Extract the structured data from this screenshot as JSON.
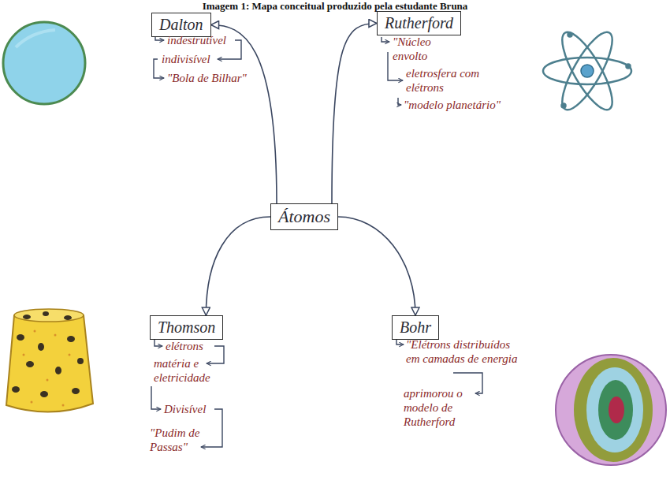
{
  "diagram": {
    "title": "Imagem 1: Mapa conceitual produzido pela estudante Bruna",
    "nodes": [
      {
        "text": [
          "Dalton"
        ]
      },
      {
        "text": [
          "Rutherford"
        ]
      },
      {
        "text": [
          "Átomos"
        ]
      },
      {
        "text": [
          "Thomson"
        ]
      },
      {
        "text": [
          "Bohr"
        ]
      }
    ],
    "edges": [
      {
        "from": 2,
        "to": 0,
        "arrow": "to"
      },
      {
        "from": 2,
        "to": 1,
        "arrow": "to"
      },
      {
        "from": 2,
        "to": 3,
        "arrow": "to"
      },
      {
        "from": 2,
        "to": 4,
        "arrow": "to"
      }
    ],
    "labels": [
      "indestrutível",
      "indivisível",
      "\"Bola de Bilhar\"",
      "\"Núcleo envolto",
      "eletrosfera com elétrons",
      "\"modelo planetário\"",
      "elétrons",
      "matéria e eletricidade",
      "Divisível",
      "\"Pudim de Passas\"",
      "\"Elétrons distribuídos em camadas de energia",
      "aprimorou o modelo de Rutherford"
    ]
  }
}
